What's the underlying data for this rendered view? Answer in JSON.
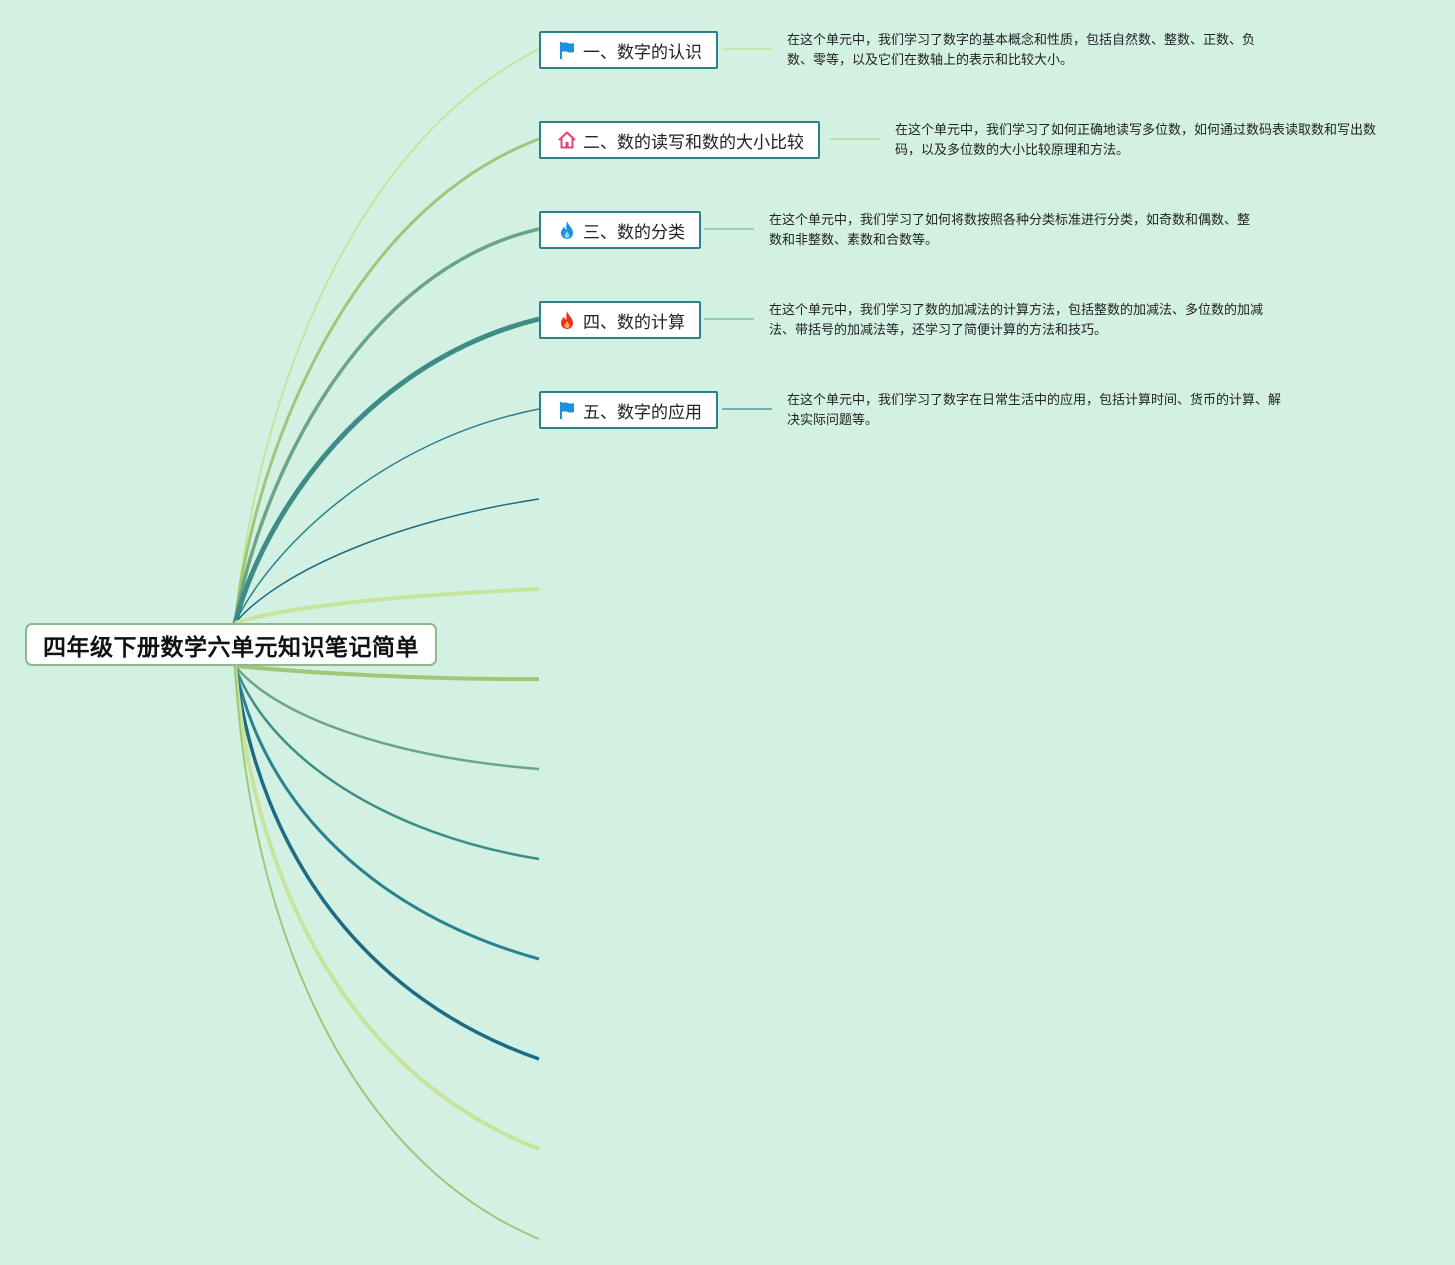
{
  "root": {
    "title": "四年级下册数学六单元知识笔记简单"
  },
  "colors": {
    "background": "#d3f1e2",
    "topic_border": "#2f7f8f",
    "root_border": "#8fb98a"
  },
  "topics": [
    {
      "label": "一、数字的认识",
      "icon": "flag-icon",
      "note": "在这个单元中，我们学习了数字的基本概念和性质，包括自然数、整数、正数、负数、零等，以及它们在数轴上的表示和比较大小。"
    },
    {
      "label": "二、数的读写和数的大小比较",
      "icon": "home-icon",
      "note": "在这个单元中，我们学习了如何正确地读写多位数，如何通过数码表读取数和写出数码，以及多位数的大小比较原理和方法。"
    },
    {
      "label": "三、数的分类",
      "icon": "blue-flame-icon",
      "note": "在这个单元中，我们学习了如何将数按照各种分类标准进行分类，如奇数和偶数、整数和非整数、素数和合数等。"
    },
    {
      "label": "四、数的计算",
      "icon": "red-flame-icon",
      "note": "在这个单元中，我们学习了数的加减法的计算方法，包括整数的加减法、多位数的加减法、带括号的加减法等，还学习了简便计算的方法和技巧。"
    },
    {
      "label": "五、数字的应用",
      "icon": "flag-icon",
      "note": "在这个单元中，我们学习了数字在日常生活中的应用，包括计算时间、货币的计算、解决实际问题等。"
    }
  ]
}
